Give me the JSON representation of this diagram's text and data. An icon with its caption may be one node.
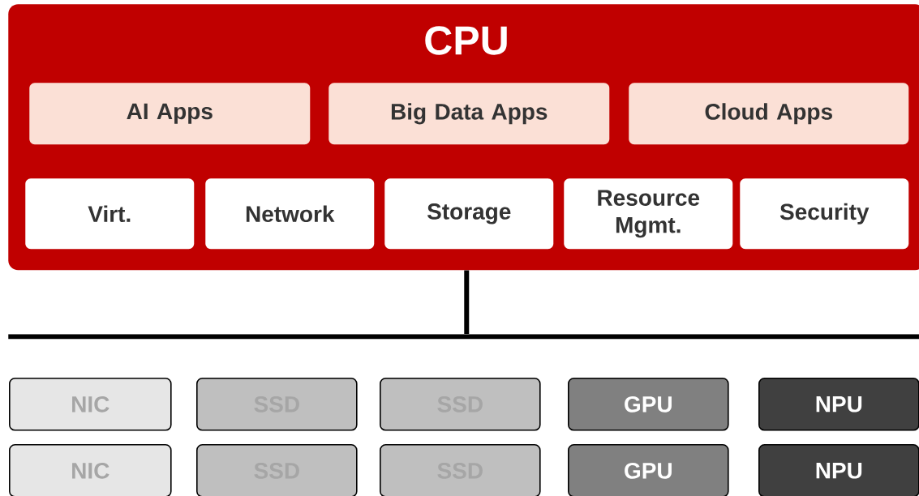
{
  "diagram": {
    "nodes": [
      {
        "text": [
          "CPU"
        ]
      },
      {
        "text": [
          "AI Apps"
        ],
        "in": 0
      },
      {
        "text": [
          "Big Data Apps"
        ],
        "in": 0
      },
      {
        "text": [
          "Cloud Apps"
        ],
        "in": 0
      },
      {
        "text": [
          "Virt."
        ],
        "in": 0
      },
      {
        "text": [
          "Network"
        ],
        "in": 0
      },
      {
        "text": [
          "Storage"
        ],
        "in": 0
      },
      {
        "text": [
          "Resource Mgmt."
        ],
        "in": 0
      },
      {
        "text": [
          "Security"
        ],
        "in": 0
      },
      {
        "text": [],
        "shape": "bar"
      },
      {
        "text": [
          "NIC"
        ]
      },
      {
        "text": [
          "SSD"
        ]
      },
      {
        "text": [
          "SSD"
        ]
      },
      {
        "text": [
          "GPU"
        ]
      },
      {
        "text": [
          "NPU"
        ]
      },
      {
        "text": [
          "NIC"
        ]
      },
      {
        "text": [
          "SSD"
        ]
      },
      {
        "text": [
          "SSD"
        ]
      },
      {
        "text": [
          "GPU"
        ]
      },
      {
        "text": [
          "NPU"
        ]
      }
    ],
    "edges": [
      {
        "from": 0,
        "to": 9,
        "arrow": "none"
      }
    ]
  }
}
